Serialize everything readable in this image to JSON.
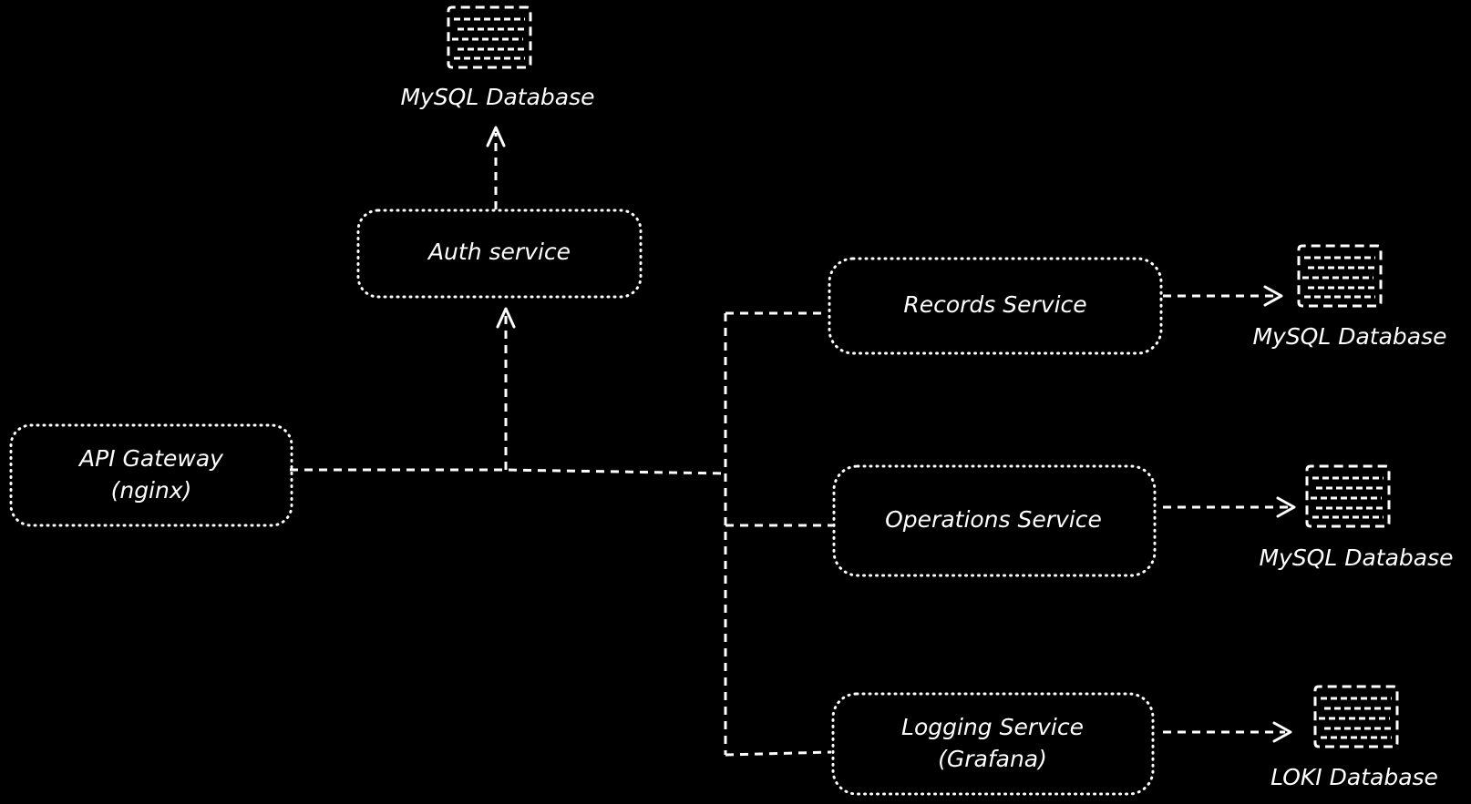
{
  "diagram": {
    "nodes": {
      "api_gateway": {
        "line1": "API Gateway",
        "line2": "(nginx)"
      },
      "auth_service": {
        "label": "Auth service"
      },
      "records_service": {
        "label": "Records Service"
      },
      "operations_service": {
        "label": "Operations Service"
      },
      "logging_service": {
        "line1": "Logging Service",
        "line2": "(Grafana)"
      }
    },
    "databases": {
      "auth_db": {
        "label": "MySQL Database"
      },
      "records_db": {
        "label": "MySQL Database"
      },
      "operations_db": {
        "label": "MySQL Database"
      },
      "logging_db": {
        "label": "LOKI Database"
      }
    },
    "colors": {
      "background": "#000000",
      "foreground": "#ffffff"
    }
  }
}
